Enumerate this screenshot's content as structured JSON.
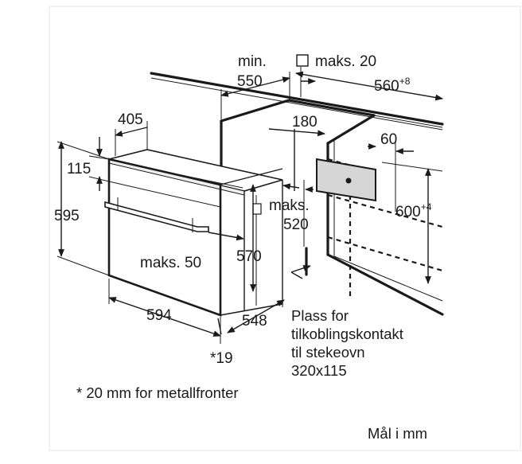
{
  "diagram": {
    "labels": {
      "min": "min.",
      "min_550": "550",
      "maks_20": "maks. 20",
      "w_560": "560",
      "w_560_sup": "+8",
      "d_405": "405",
      "d_180": "180",
      "d_60": "60",
      "d_115": "115",
      "h_595": "595",
      "h_600": "600",
      "h_600_sup": "+4",
      "maks_520_top": "maks.",
      "maks_520_val": "520",
      "h_570": "570",
      "maks_50": "maks. 50",
      "w_594": "594",
      "d_548": "548",
      "star_19": "*19"
    },
    "note_lines": [
      "Plass for",
      "tilkoblingskontakt",
      "til stekeovn",
      "320x115"
    ],
    "footnote": "* 20 mm for metallfronter",
    "units": "Mål i mm"
  }
}
